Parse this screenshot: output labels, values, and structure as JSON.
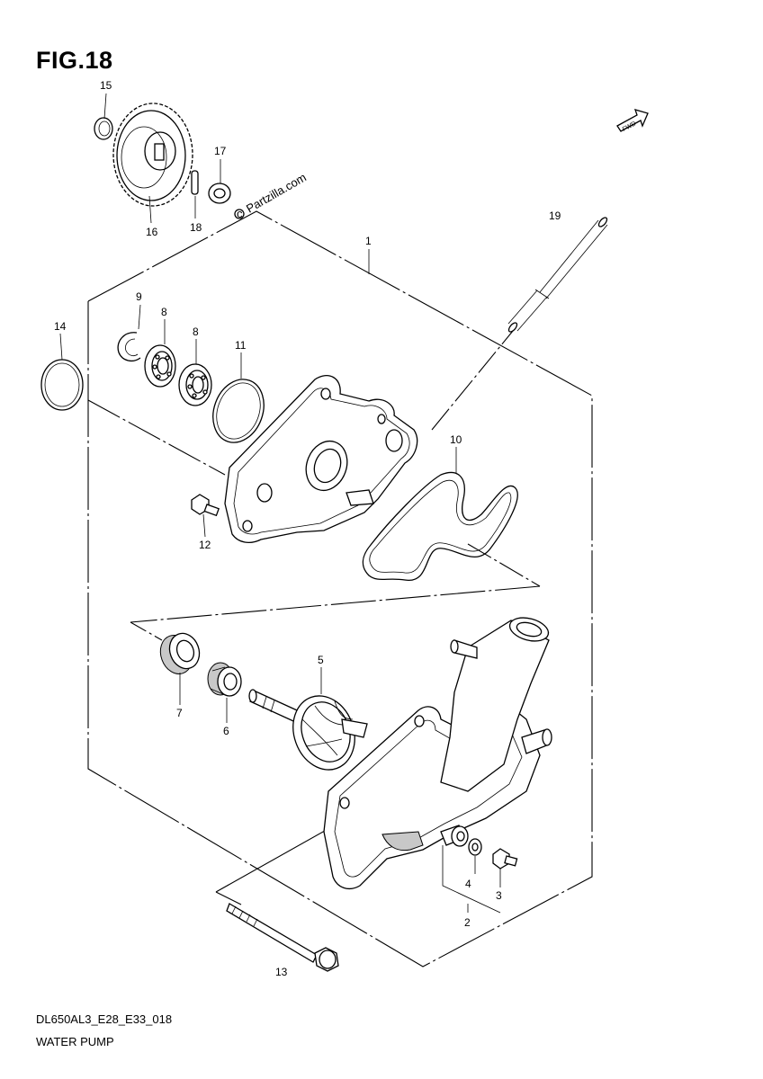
{
  "header": {
    "figure_title": "FIG.18"
  },
  "footer": {
    "diagram_code": "DL650AL3_E28_E33_018",
    "diagram_name": "WATER PUMP"
  },
  "watermark": {
    "text": "Partzilla.com",
    "icon": "copyright-icon"
  },
  "direction": {
    "label": "FWD",
    "icon": "forward-arrow-icon"
  },
  "callouts": {
    "c1": "1",
    "c2": "2",
    "c3": "3",
    "c4": "4",
    "c5": "5",
    "c6": "6",
    "c7": "7",
    "c8a": "8",
    "c8b": "8",
    "c9": "9",
    "c10": "10",
    "c11": "11",
    "c12": "12",
    "c13": "13",
    "c14": "14",
    "c15": "15",
    "c16": "16",
    "c17": "17",
    "c18": "18",
    "c19": "19"
  }
}
